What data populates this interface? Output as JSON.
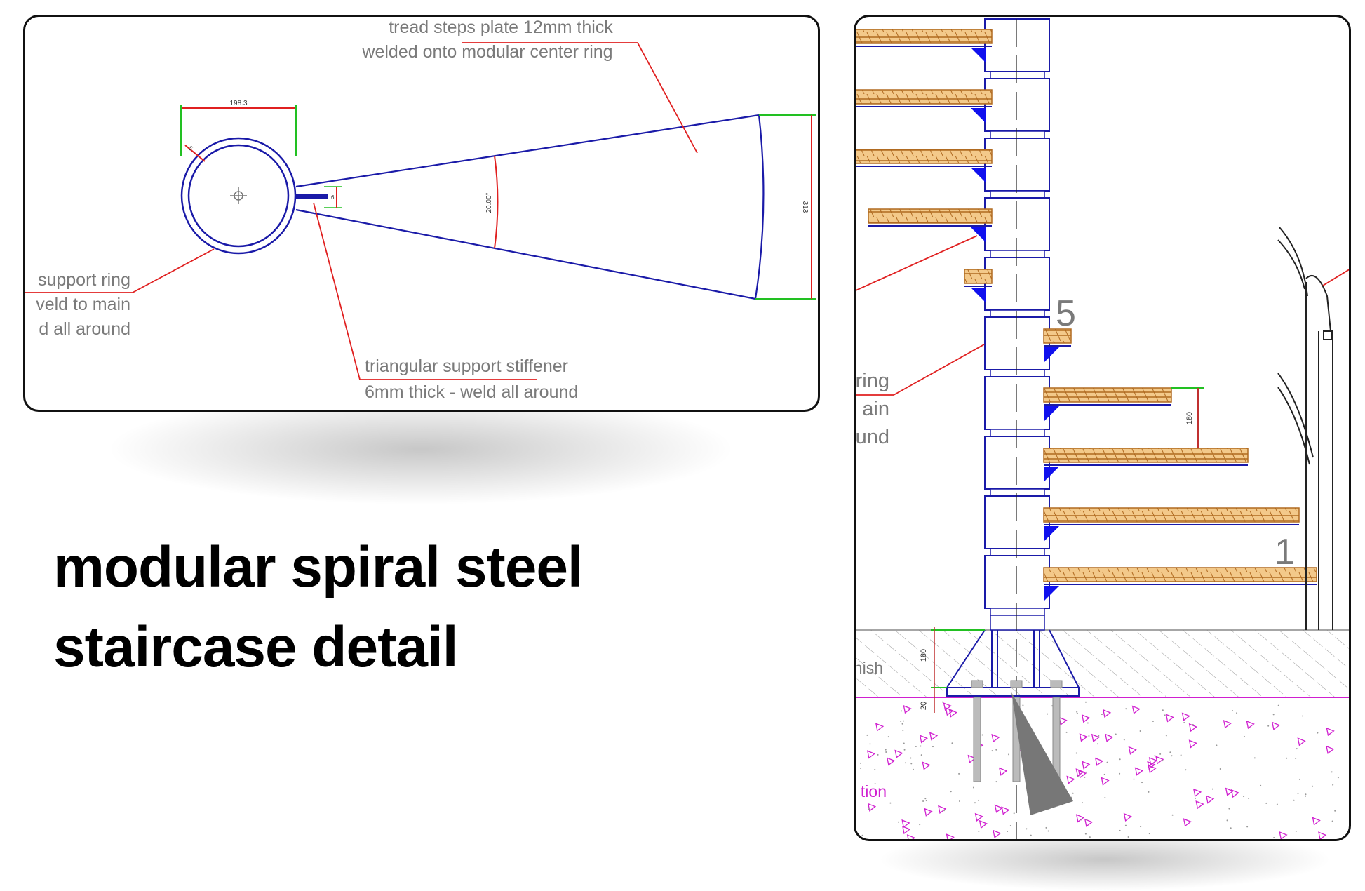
{
  "title": {
    "line1": "modular spiral steel",
    "line2": "staircase detail"
  },
  "plan_view": {
    "label_tread_1": "tread steps plate 12mm thick",
    "label_tread_2": "welded onto modular center ring",
    "label_ring_1": "support ring",
    "label_ring_2": "veld to main",
    "label_ring_3": "d all around",
    "label_stiffener_1": "triangular support stiffener",
    "label_stiffener_2": "6mm thick - weld all around",
    "dim_ring_diameter": "198.3",
    "dim_ring_thickness": "5",
    "dim_stiffener": "6",
    "dim_angle": "20.00°",
    "dim_tread_width": "313"
  },
  "section_view": {
    "label_ring_1": "ring",
    "label_ring_2": "ain",
    "label_ring_3": "und",
    "label_finish": "nish",
    "label_foundation": "tion",
    "step_number_top": "5",
    "step_number_bottom": "1",
    "dim_riser": "180",
    "dim_floor_finish": "180",
    "dim_base_plate": "20"
  },
  "colors": {
    "outline": "#1a1aa8",
    "dimension": "#e02020",
    "extension": "#22c022",
    "tread": "#e0a050",
    "foundation": "#d020d0",
    "label": "#7a7a7a"
  }
}
